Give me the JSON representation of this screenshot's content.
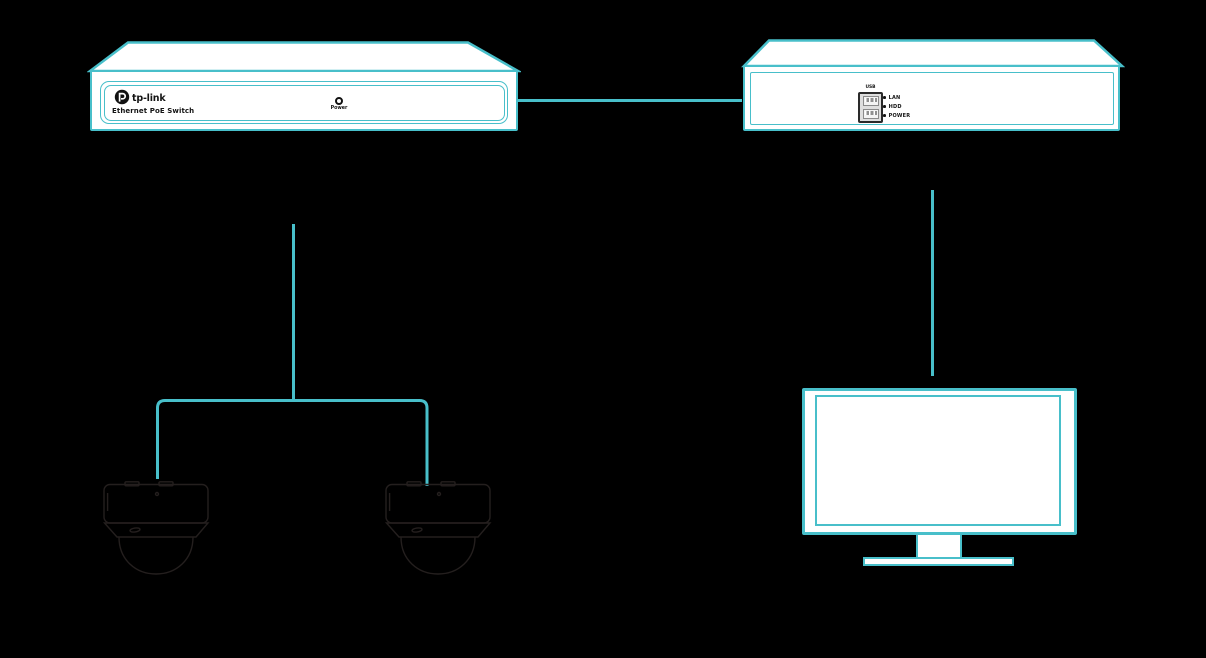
{
  "colors": {
    "accent_teal": "#48bfca",
    "device_fill": "#ffffff",
    "background": "#000000",
    "camera_outline": "#241f1e",
    "label_ink": "#141414"
  },
  "poe_switch": {
    "brand_label": "tp-link",
    "model_label": "Ethernet PoE Switch",
    "power_led_label": "Power"
  },
  "nvr": {
    "usb_label": "USB",
    "led_labels": [
      "LAN",
      "HDD",
      "POWER"
    ]
  }
}
